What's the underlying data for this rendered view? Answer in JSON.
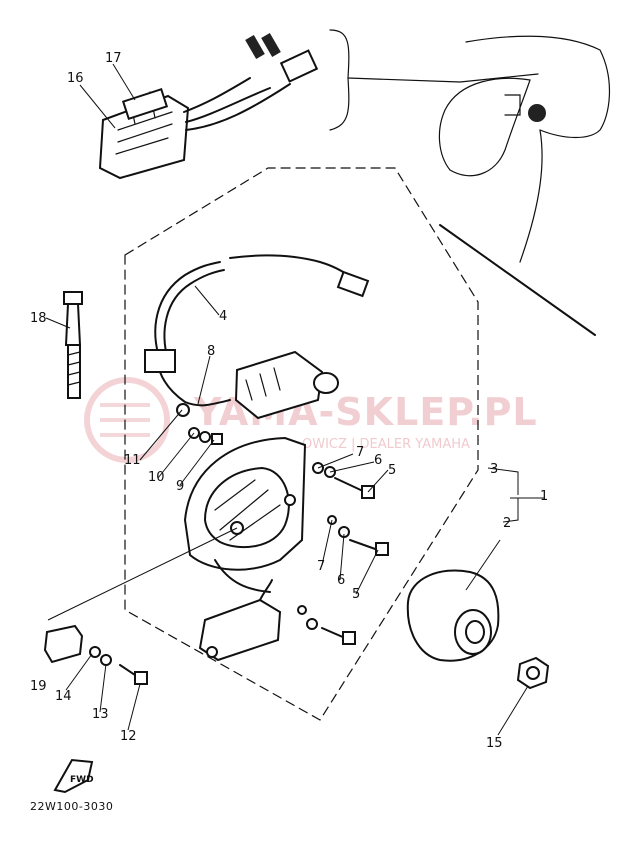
{
  "diagram": {
    "drawing_code": "22W100-3030",
    "watermark": {
      "main": "YAMA-SKLEP.PL",
      "sub": "OWICZ | DEALER YAMAHA"
    },
    "fwd_label": "FWD",
    "callouts": [
      {
        "id": "c1",
        "label": "1"
      },
      {
        "id": "c2",
        "label": "2"
      },
      {
        "id": "c3",
        "label": "3"
      },
      {
        "id": "c4",
        "label": "4"
      },
      {
        "id": "c5a",
        "label": "5"
      },
      {
        "id": "c5b",
        "label": "5"
      },
      {
        "id": "c6a",
        "label": "6"
      },
      {
        "id": "c6b",
        "label": "6"
      },
      {
        "id": "c7a",
        "label": "7"
      },
      {
        "id": "c7b",
        "label": "7"
      },
      {
        "id": "c8",
        "label": "8"
      },
      {
        "id": "c9",
        "label": "9"
      },
      {
        "id": "c10",
        "label": "10"
      },
      {
        "id": "c11",
        "label": "11"
      },
      {
        "id": "c12",
        "label": "12"
      },
      {
        "id": "c13",
        "label": "13"
      },
      {
        "id": "c14",
        "label": "14"
      },
      {
        "id": "c15",
        "label": "15"
      },
      {
        "id": "c16",
        "label": "16"
      },
      {
        "id": "c17",
        "label": "17"
      },
      {
        "id": "c18",
        "label": "18"
      },
      {
        "id": "c19",
        "label": "19"
      }
    ]
  }
}
